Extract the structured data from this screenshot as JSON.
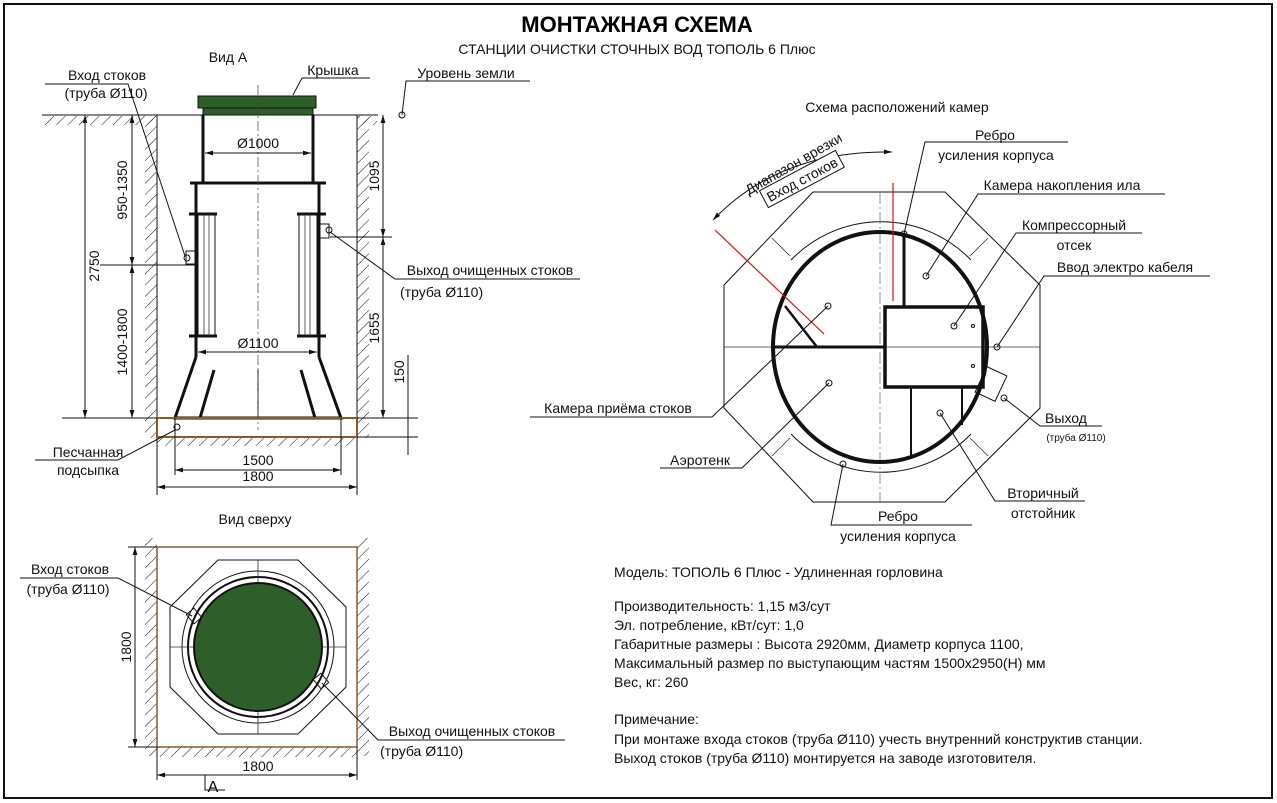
{
  "title": "МОНТАЖНАЯ СХЕМА",
  "subtitle": "СТАНЦИИ ОЧИСТКИ СТОЧНЫХ ВОД ТОПОЛЬ 6 Плюс",
  "colors": {
    "cover": "#2e5e2a",
    "sand": "#8b5a2b",
    "cut_line": "#e01010"
  },
  "side_view": {
    "title": "Вид А",
    "inlet": "Вход стоков",
    "inlet_pipe": "(труба  Ø110)",
    "cover": "Крышка",
    "ground": "Уровень земли",
    "outlet": "Выход очищенных стоков",
    "outlet_pipe": "(труба Ø110)",
    "sand1": "Песчанная",
    "sand2": "подсыпка",
    "dims": {
      "neck_d": "Ø1000",
      "body_d": "Ø1100",
      "total": "2750",
      "upper": "950-1350",
      "lower": "1400-1800",
      "right_upper": "1095",
      "right_lower": "1655",
      "sand": "150",
      "base": "1500",
      "pit": "1800"
    }
  },
  "top_view": {
    "title": "Вид сверху",
    "inlet": "Вход стоков",
    "inlet_pipe": "(труба Ø110)",
    "outlet": "Выход очищенных стоков",
    "outlet_pipe": "(труба  Ø110)",
    "dim_v": "1800",
    "dim_h": "1800",
    "section_mark": "A"
  },
  "chambers": {
    "title": "Схема расположений камер",
    "range": "Диапазон врезки",
    "inlet_box": "Вход стоков",
    "rib1": "Ребро",
    "rib1b": "усиления корпуса",
    "sludge": "Камера накопления ила",
    "comp1": "Компрессорный",
    "comp2": "отсек",
    "cable": "Ввод электро кабеля",
    "receive": "Камера приёма стоков",
    "outlet": "Выход",
    "outlet_pipe": "(труба  Ø110)",
    "aero": "Аэротенк",
    "sec1": "Вторичный",
    "sec2": "отстойник",
    "rib2": "Ребро",
    "rib2b": "усиления корпуса"
  },
  "specs": {
    "model": "Модель: ТОПОЛЬ 6 Плюс - Удлиненная горловина",
    "capacity": "Производительность: 1,15 м3/сут",
    "power": "Эл. потребление, кВт/сут: 1,0",
    "dimensions": "Габаритные размеры : Высота 2920мм, Диаметр корпуса 1100,",
    "max_size": "Максимальный размер по выступающим частям 1500х2950(Н) мм",
    "weight": "Вес, кг: 260",
    "note_title": "Примечание:",
    "note1": "При монтаже входа  стоков (труба  Ø110) учесть внутренний конструктив станции.",
    "note2": "Выход  стоков (труба  Ø110) монтируется на заводе изготовителя."
  }
}
